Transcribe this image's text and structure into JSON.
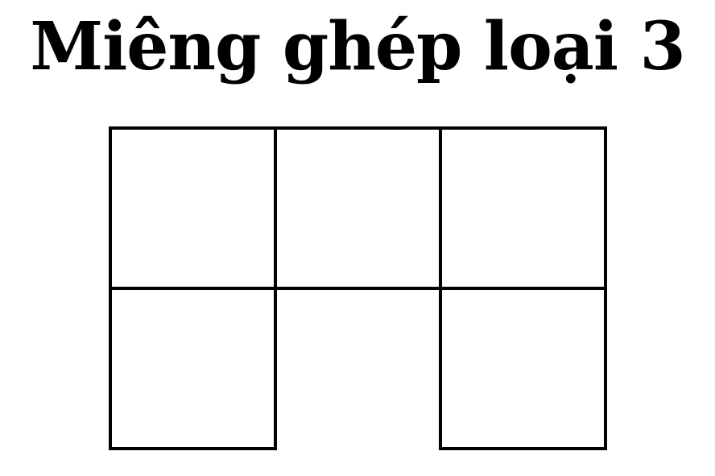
{
  "title": "Miêng ghép loại 3",
  "piece": {
    "rows": 2,
    "cols": 3,
    "cells": [
      [
        1,
        1,
        1
      ],
      [
        1,
        0,
        1
      ]
    ]
  },
  "colors": {
    "line": "#000000",
    "background": "#ffffff"
  }
}
